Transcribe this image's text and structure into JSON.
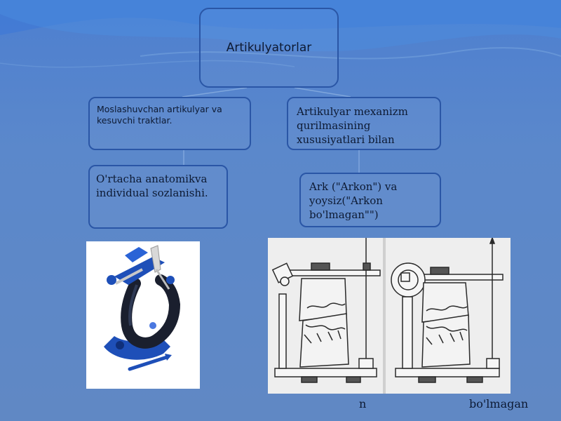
{
  "diagram": {
    "root": {
      "label": "Artikulyatorlar"
    },
    "left_branch": {
      "label": "Moslashuvchan artikulyar va kesuvchi traktlar."
    },
    "right_branch": {
      "label": "Artikulyar mexanizm qurilmasining xususiyatlari bilan"
    },
    "left_child": {
      "label": "O'rtacha anatomikva individual sozlanishi."
    },
    "right_child": {
      "label": "Ark (\"Arkon\") va yoysiz(\"Arkon bo'lmagan\"\")"
    }
  },
  "captions": {
    "left": "n",
    "right": "bo'lmagan"
  },
  "colors": {
    "background": "#5b86c6",
    "box_border": "#2a56a6",
    "text": "#0d1a33",
    "device_blue": "#1e4fb8",
    "device_dark": "#1a1f2e"
  }
}
